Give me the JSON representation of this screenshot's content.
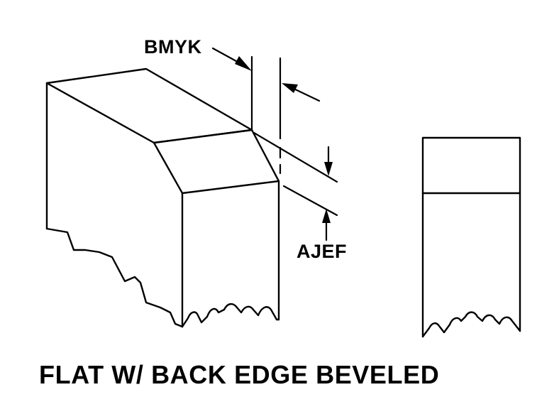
{
  "labels": {
    "top_dimension": "BMYK",
    "bevel_dimension": "AJEF"
  },
  "caption": "FLAT W/ BACK EDGE BEVELED"
}
